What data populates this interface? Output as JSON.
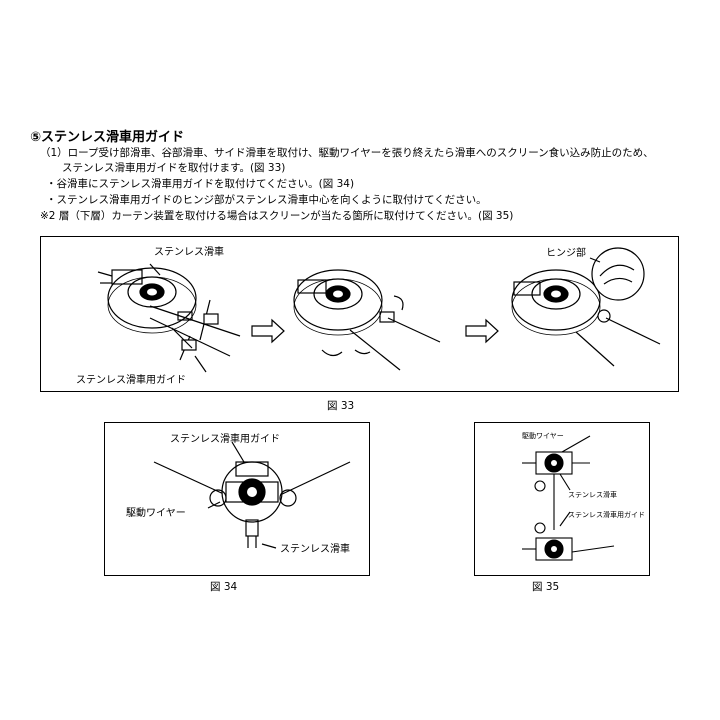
{
  "section": {
    "heading": "⑤ステンレス滑車用ガイド",
    "lines": [
      "（1）ロープ受け部滑車、谷部滑車、サイド滑車を取付け、駆動ワイヤーを張り終えたら滑車へのスクリーン食い込み防止のため、",
      "ステンレス滑車用ガイドを取付けます。(図 33)",
      "・谷滑車にステンレス滑車用ガイドを取付けてください。(図 34)",
      "・ステンレス滑車用ガイドのヒンジ部がステンレス滑車中心を向くように取付けてください。",
      "※2 層（下層）カーテン装置を取付ける場合はスクリーンが当たる箇所に取付けてください。(図 35)"
    ]
  },
  "fig33": {
    "caption": "図 33",
    "label_pulley": "ステンレス滑車",
    "label_guide": "ステンレス滑車用ガイド",
    "label_hinge": "ヒンジ部"
  },
  "fig34": {
    "caption": "図 34",
    "label_guide": "ステンレス滑車用ガイド",
    "label_wire": "駆動ワイヤー",
    "label_pulley": "ステンレス滑車"
  },
  "fig35": {
    "caption": "図 35",
    "label_wire": "駆動ワイヤー",
    "label_pulley": "ステンレス滑車",
    "label_guide": "ステンレス滑車用ガイド"
  }
}
